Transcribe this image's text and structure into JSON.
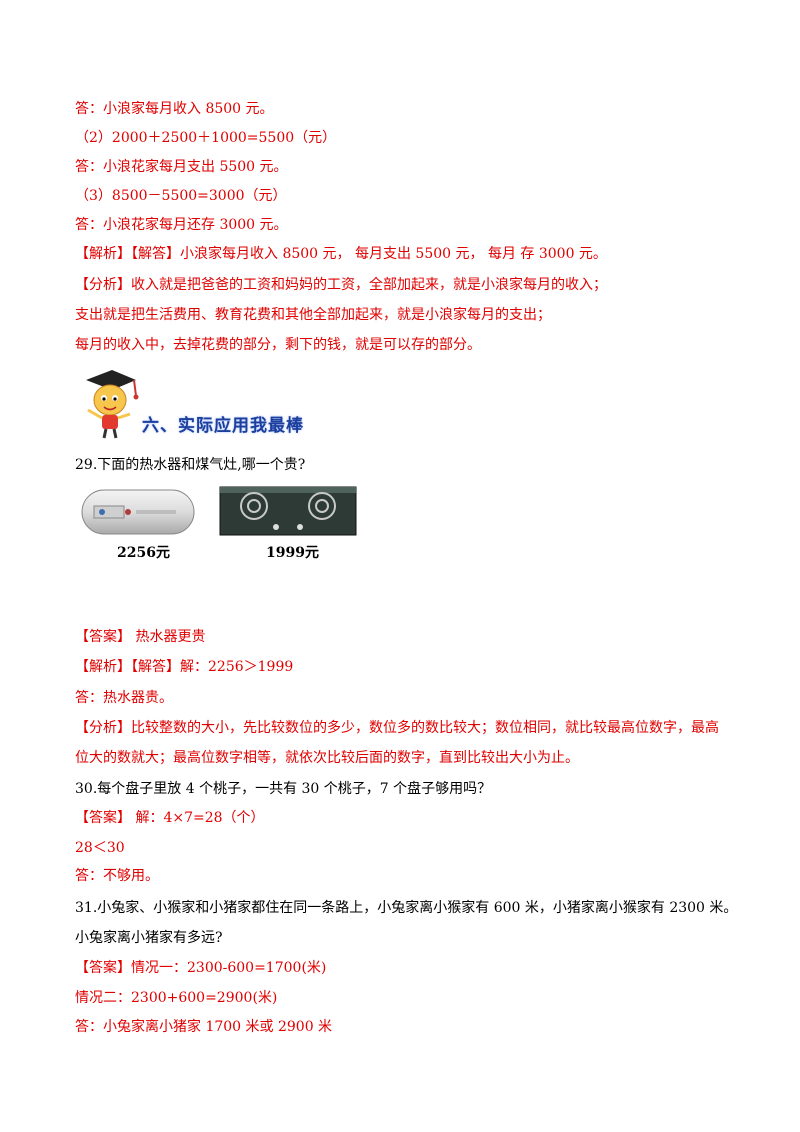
{
  "lines": {
    "l1": "答：小浪家每月收入 8500 元。",
    "l2": "（2）2000＋2500＋1000=5500（元）",
    "l3": "答：小浪花家每月支出 5500 元。",
    "l4": "（3）8500－5500=3000（元）",
    "l5": "答：小浪花家每月还存 3000 元。",
    "l6": "【解析】【解答】小浪家每月收入 8500 元，    每月支出 5500 元，    每月  存 3000 元。",
    "l7": "【分析】收入就是把爸爸的工资和妈妈的工资，全部加起来，就是小浪家每月的收入；",
    "l8": "支出就是把生活费用、教育花费和其他全部加起来，就是小浪家每月的支出；",
    "l9": "每月的收入中，去掉花费的部分，剩下的钱，就是可以存的部分。"
  },
  "section": {
    "title": "六、实际应用我最棒"
  },
  "q29": {
    "question": "29.下面的热水器和煤气灶,哪一个贵?",
    "heater_price": "2256元",
    "stove_price": "1999元",
    "answer": "【答案】 热水器更贵",
    "analysis": "【解析】【解答】解：2256＞1999",
    "reply": " 答：热水器贵。",
    "note1": "【分析】比较整数的大小，先比较数位的多少，数位多的数比较大；数位相同，就比较最高位数字，最高",
    "note2": "位大的数就大；最高位数字相等，就依次比较后面的数字，直到比较出大小为止。"
  },
  "q30": {
    "question": "30.每个盘子里放 4 个桃子，一共有 30 个桃子，7 个盘子够用吗？",
    "answer": "【答案】  解：4×7=28（个）",
    "compare": "28＜30",
    "reply": "答：不够用。"
  },
  "q31": {
    "question1": "31.小兔家、小猴家和小猪家都住在同一条路上，小兔家离小猴家有 600 米，小猪家离小猴家有 2300 米。",
    "question2": "小兔家离小猪家有多远?",
    "answer": "【答案】情况一：2300-600=1700(米)",
    "case2": "情况二：2300+600=2900(米)",
    "reply": "答：小兔家离小猪家 1700 米或 2900 米"
  },
  "colors": {
    "answer_red": "#e00000",
    "section_blue": "#1c3f9c"
  }
}
